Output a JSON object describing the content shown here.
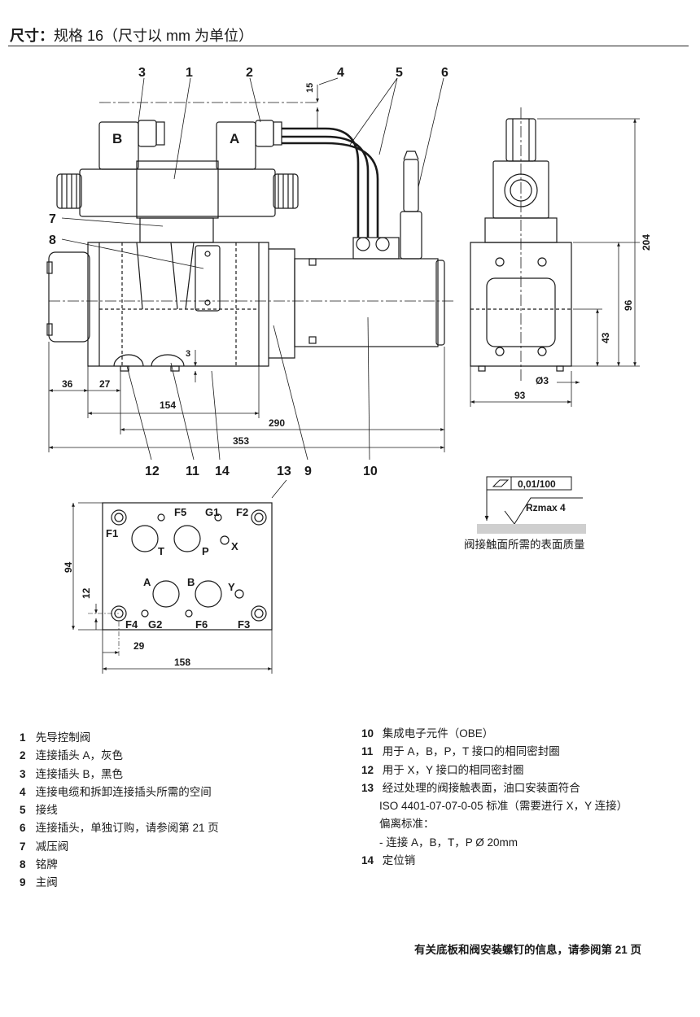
{
  "header": {
    "title_bold": "尺寸：",
    "title_rest": "规格 16（尺寸以 mm 为单位）"
  },
  "drawing": {
    "callouts": [
      "1",
      "2",
      "3",
      "4",
      "5",
      "6",
      "7",
      "8",
      "9",
      "10",
      "11",
      "12",
      "13",
      "14"
    ],
    "dims": {
      "d15": "15",
      "d36": "36",
      "d27": "27",
      "d154": "154",
      "d290": "290",
      "d353": "353",
      "d3": "3",
      "d204": "204",
      "d96": "96",
      "d43": "43",
      "d93": "93",
      "dphi3": "Ø3",
      "d94": "94",
      "d12": "12",
      "d29": "29",
      "d158": "158"
    },
    "plug_a": "A",
    "plug_b": "B",
    "ports": {
      "F1": "F1",
      "F2": "F2",
      "F3": "F3",
      "F4": "F4",
      "F5": "F5",
      "F6": "F6",
      "G1": "G1",
      "G2": "G2",
      "T": "T",
      "P": "P",
      "X": "X",
      "A": "A",
      "B": "B",
      "Y": "Y"
    },
    "surface": {
      "tolerance": "0,01/100",
      "roughness": "Rzmax  4",
      "caption": "阀接触面所需的表面质量"
    }
  },
  "legend_left": [
    {
      "num": "1",
      "text": "先导控制阀"
    },
    {
      "num": "2",
      "text": "连接插头 A，灰色"
    },
    {
      "num": "3",
      "text": "连接插头 B，黑色"
    },
    {
      "num": "4",
      "text": "连接电缆和拆卸连接插头所需的空间"
    },
    {
      "num": "5",
      "text": "接线"
    },
    {
      "num": "6",
      "text": "连接插头，单独订购，请参阅第 21 页"
    },
    {
      "num": "7",
      "text": "减压阀"
    },
    {
      "num": "8",
      "text": "铭牌"
    },
    {
      "num": "9",
      "text": "主阀"
    }
  ],
  "legend_right": [
    {
      "num": "10",
      "text": "集成电子元件（OBE）"
    },
    {
      "num": "11",
      "text": "用于 A，B，P，T 接口的相同密封圈"
    },
    {
      "num": "12",
      "text": "用于 X，Y 接口的相同密封圈"
    },
    {
      "num": "13",
      "text": "经过处理的阀接触表面，油口安装面符合"
    }
  ],
  "legend_13_cont": [
    "ISO 4401-07-07-0-05 标准（需要进行 X，Y 连接）",
    "偏离标准：",
    "- 连接 A，B，T，P Ø 20mm"
  ],
  "legend_14": {
    "num": "14",
    "text": "定位销"
  },
  "footer": "有关底板和阀安装螺钉的信息，请参阅第 21 页"
}
